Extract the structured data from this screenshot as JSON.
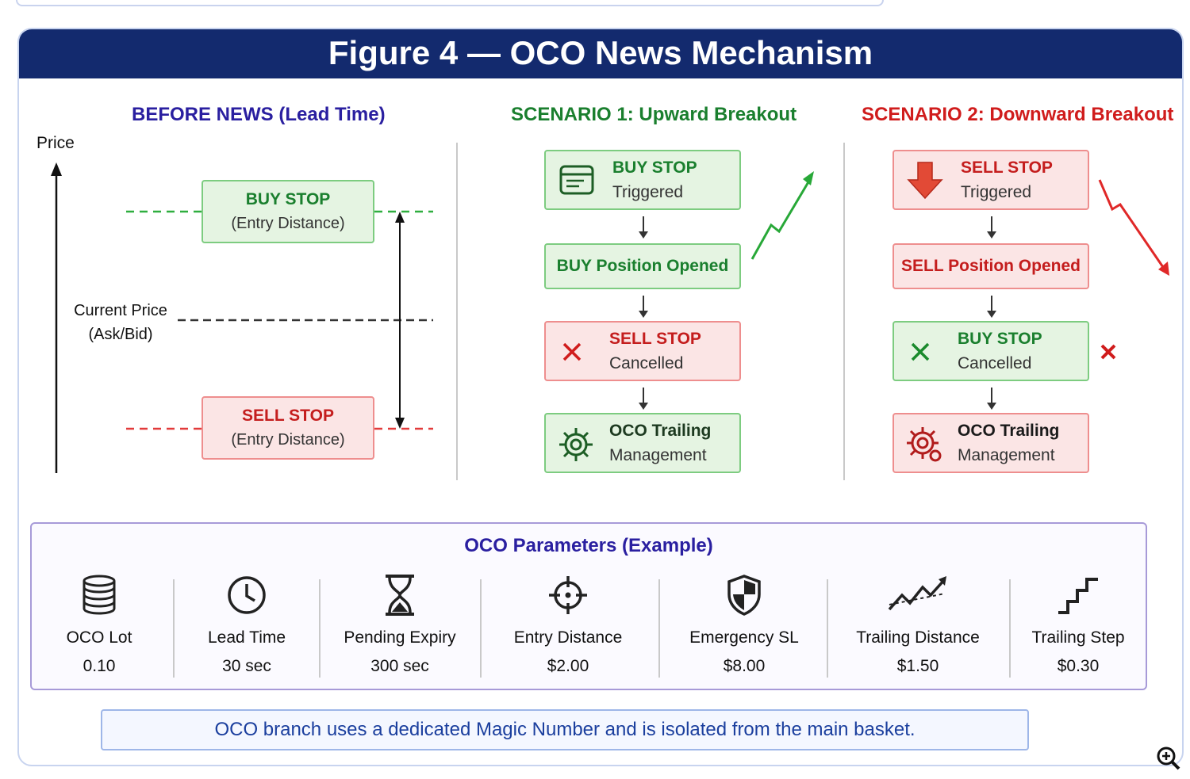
{
  "title": "Figure 4 — OCO News Mechanism",
  "before": {
    "heading": "BEFORE NEWS (Lead Time)",
    "price_axis_label": "Price",
    "current_price_line1": "Current Price",
    "current_price_line2": "(Ask/Bid)",
    "buy_stop": {
      "title": "BUY STOP",
      "sub": "(Entry Distance)"
    },
    "sell_stop": {
      "title": "SELL STOP",
      "sub": "(Entry Distance)"
    }
  },
  "scenario1": {
    "heading": "SCENARIO 1: Upward Breakout",
    "steps": [
      {
        "title": "BUY STOP",
        "sub": "Triggered",
        "icon": "order-ticket-icon"
      },
      {
        "title": "BUY Position Opened"
      },
      {
        "title": "SELL STOP",
        "sub": "Cancelled",
        "icon": "x-icon"
      },
      {
        "title": "OCO Trailing",
        "sub": "Management",
        "icon": "gear-icon"
      }
    ]
  },
  "scenario2": {
    "heading": "SCENARIO 2: Downward Breakout",
    "steps": [
      {
        "title": "SELL STOP",
        "sub": "Triggered",
        "icon": "down-arrow-icon"
      },
      {
        "title": "SELL Position Opened"
      },
      {
        "title": "BUY STOP",
        "sub": "Cancelled",
        "icon": "x-icon"
      },
      {
        "title": "OCO Trailing",
        "sub": "Management",
        "icon": "gear-icon"
      }
    ]
  },
  "params": {
    "heading": "OCO Parameters (Example)",
    "items": [
      {
        "label": "OCO Lot",
        "value": "0.10",
        "icon": "coin-stack-icon"
      },
      {
        "label": "Lead Time",
        "value": "30 sec",
        "icon": "clock-icon"
      },
      {
        "label": "Pending Expiry",
        "value": "300 sec",
        "icon": "hourglass-icon"
      },
      {
        "label": "Entry Distance",
        "value": "$2.00",
        "icon": "crosshair-icon"
      },
      {
        "label": "Emergency SL",
        "value": "$8.00",
        "icon": "shield-icon"
      },
      {
        "label": "Trailing Distance",
        "value": "$1.50",
        "icon": "trend-line-icon"
      },
      {
        "label": "Trailing Step",
        "value": "$0.30",
        "icon": "steps-icon"
      }
    ]
  },
  "note": "OCO branch uses a dedicated Magic Number and is isolated from the main basket.",
  "colors": {
    "navy": "#132a6e",
    "green": "#1a7f2e",
    "red": "#d01c1c",
    "purple": "#2a1fa0"
  }
}
